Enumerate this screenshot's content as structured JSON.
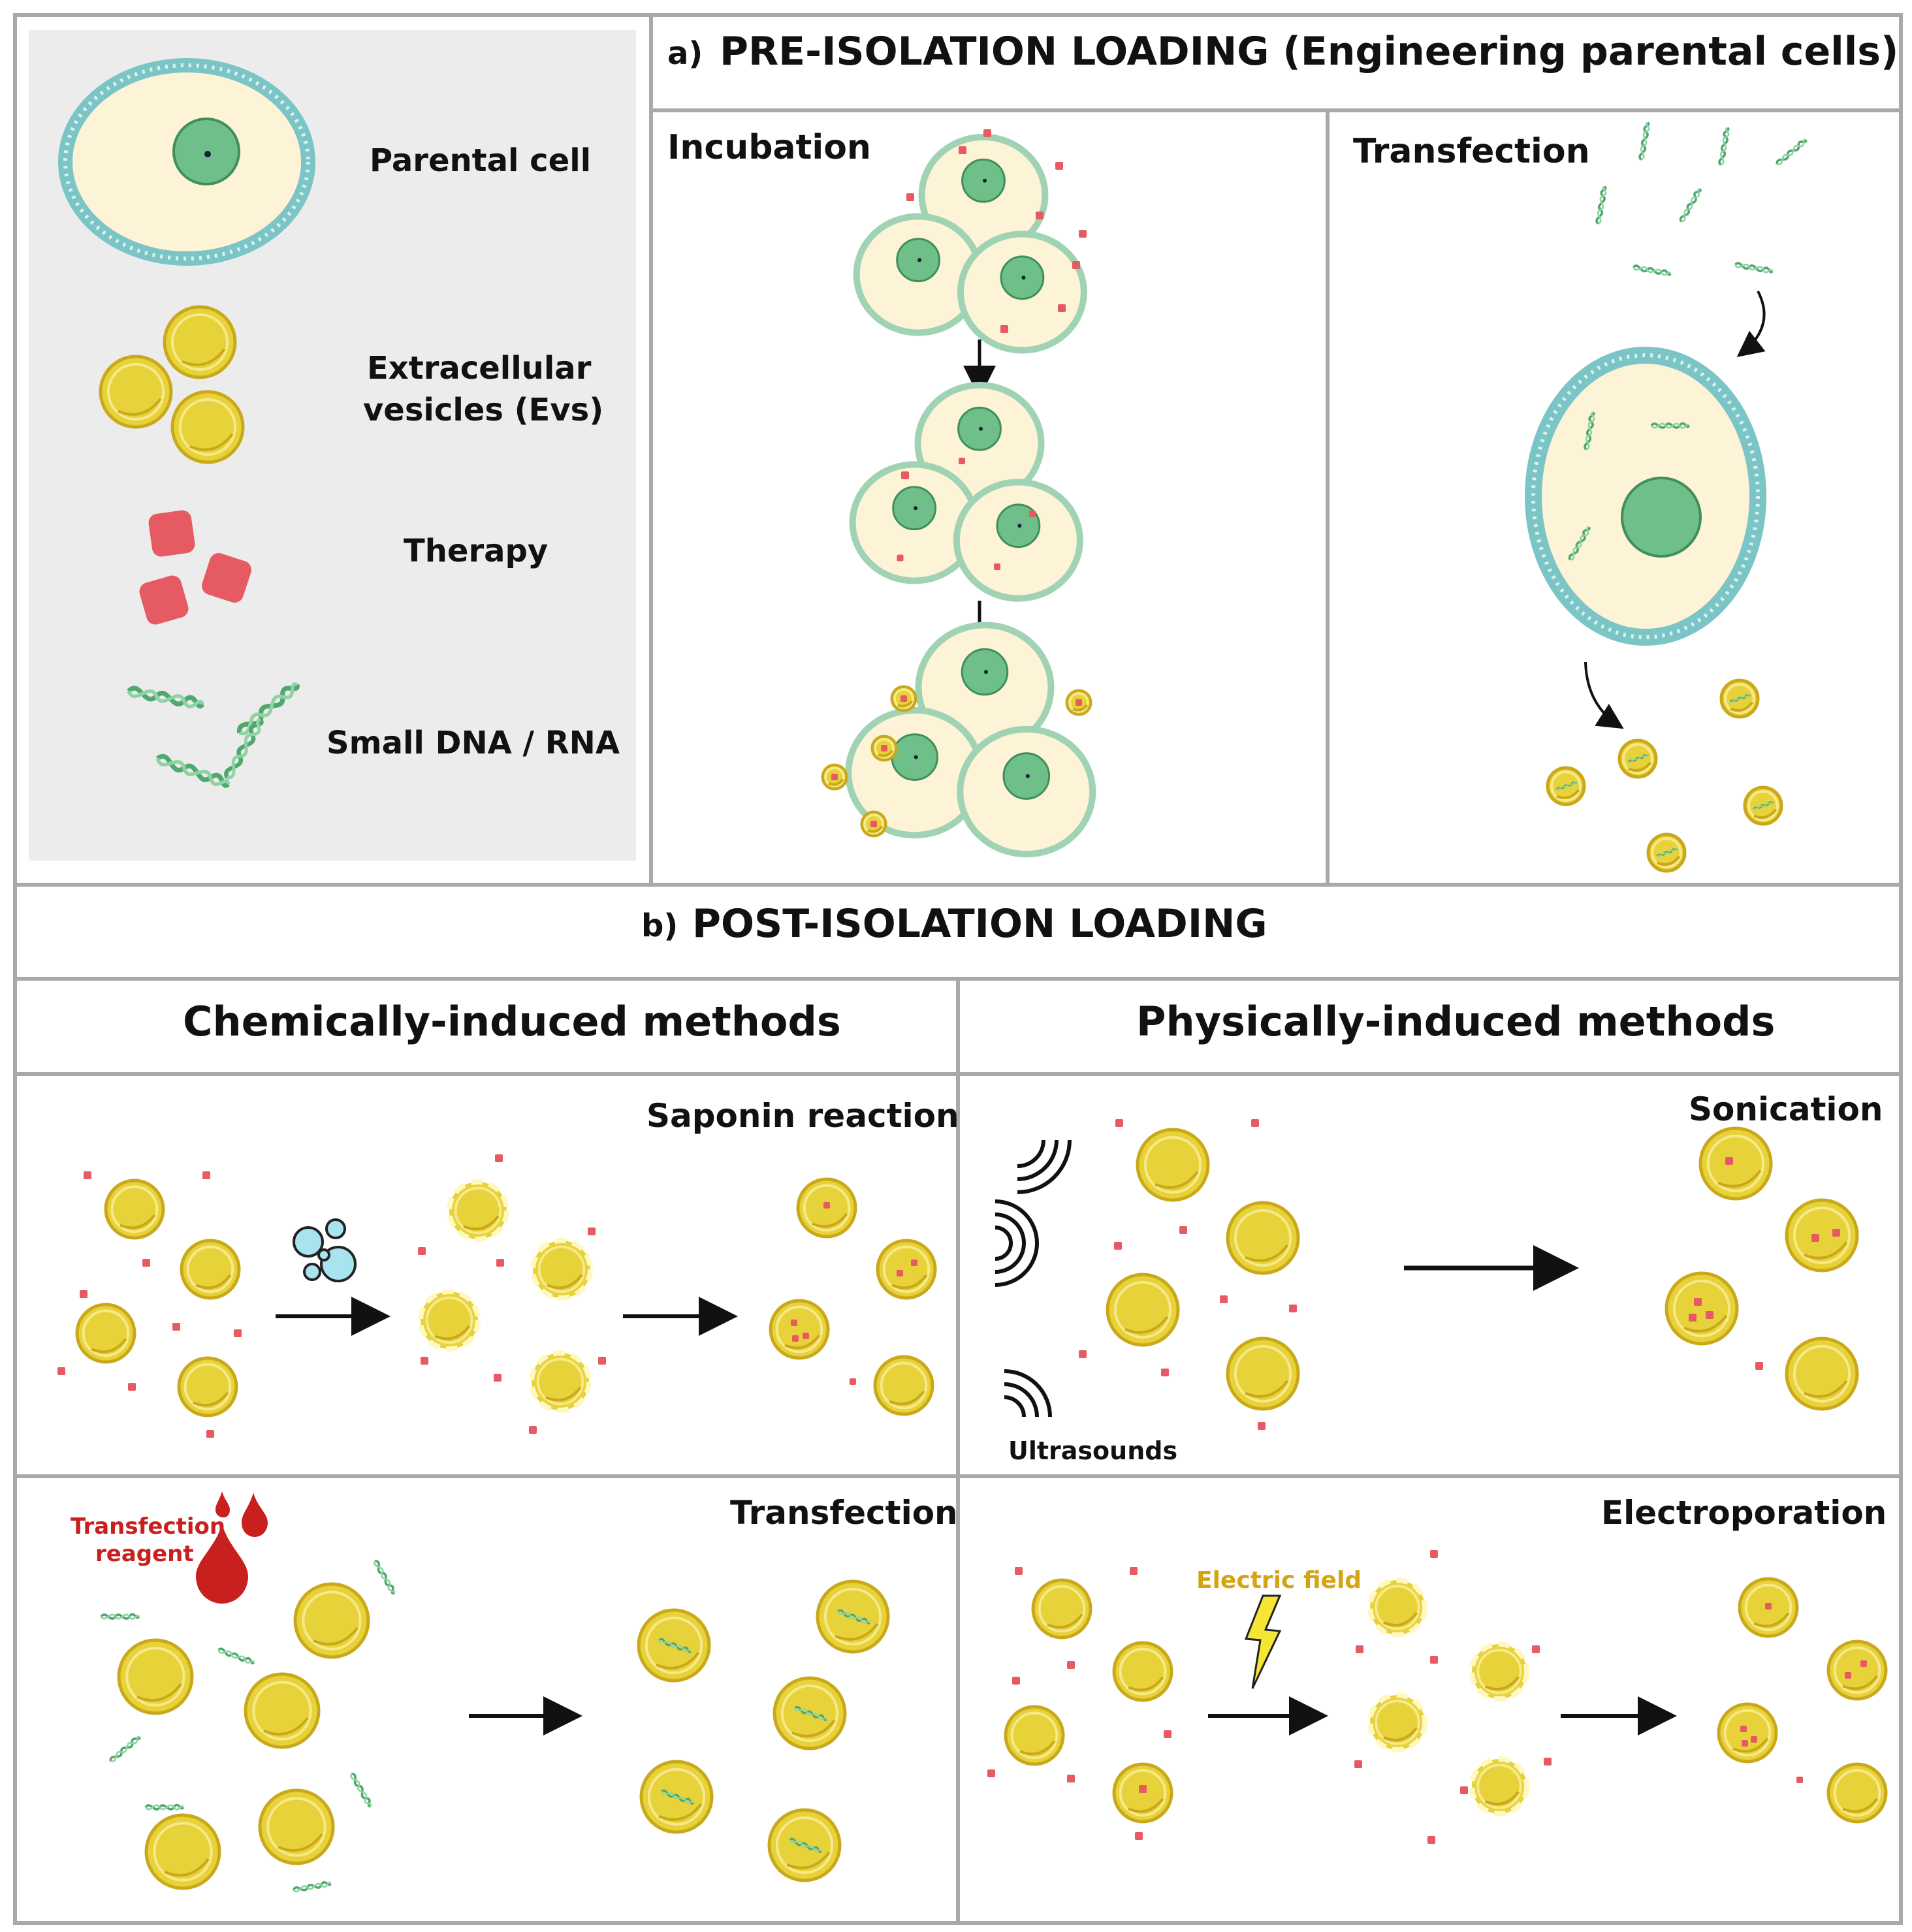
{
  "legend": {
    "parental_cell": "Parental cell",
    "evs_line1": "Extracellular",
    "evs_line2": "vesicles (Evs)",
    "therapy": "Therapy",
    "small_dna_rna": "Small DNA / RNA"
  },
  "section_a": {
    "title_prefix": "a)",
    "title": "PRE-ISOLATION LOADING (Engineering parental cells)",
    "incubation": "Incubation",
    "transfection": "Transfection"
  },
  "section_b": {
    "title_prefix": "b)",
    "title": "POST-ISOLATION LOADING",
    "chemical": "Chemically-induced methods",
    "physical": "Physically-induced methods",
    "saponin": "Saponin reaction",
    "transfection": "Transfection",
    "transfection_reagent_1": "Transfection",
    "transfection_reagent_2": "reagent",
    "sonication": "Sonication",
    "ultrasounds": "Ultrasounds",
    "electroporation": "Electroporation",
    "electric_field": "Electric field"
  },
  "colors": {
    "ev_fill": "#e8d23a",
    "ev_stroke": "#c9a91a",
    "cell_fill": "#fdf3d6",
    "cell_membrane": "#9fd3b4",
    "nucleus": "#6fbf8a",
    "drug": "#e65b63",
    "reagent": "#c8201e",
    "electric_text": "#d4a413",
    "bolt": "#f5e633",
    "bubble": "#a9e3ef",
    "frame": "#a9a9a9"
  },
  "icons": [
    "cell-icon",
    "ev-icon",
    "therapy-icon",
    "dna-icon",
    "arrow-icon",
    "bubbles-icon",
    "droplet-icon",
    "sound-wave-icon",
    "lightning-icon"
  ]
}
